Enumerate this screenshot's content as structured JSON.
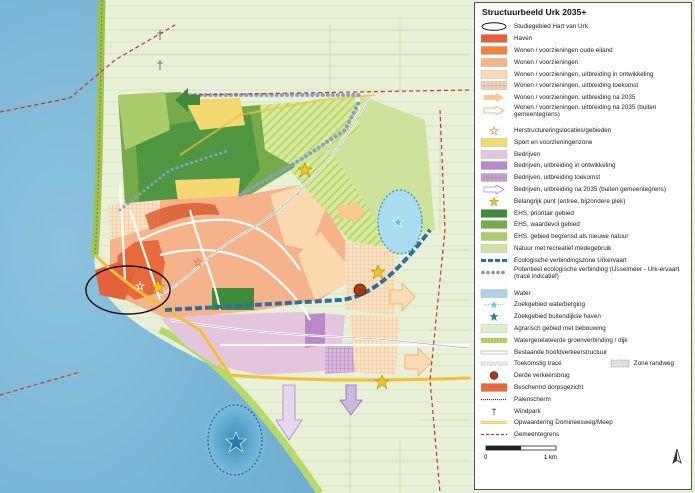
{
  "legend": {
    "title": "Structuurbeeld Urk 2035+",
    "items": [
      {
        "label": "Studiegebied Hart van Urk",
        "sym": "ellipse"
      },
      {
        "label": "Haven",
        "sym": "fill",
        "color": "#e4623a"
      },
      {
        "label": "Wonen / voorzieningen oude eiland",
        "sym": "fill",
        "color": "#f0823e"
      },
      {
        "label": "Wonen / voorzieningen",
        "sym": "fill",
        "color": "#f6b38a"
      },
      {
        "label": "Wonen / voorzieningen, uitbreiding in ontwikkeling",
        "sym": "fill",
        "color": "#fbd9b0"
      },
      {
        "label": "Wonen / voorzieningen, uitbreiding toekomst",
        "sym": "hatch",
        "color": "#f8d5b0"
      },
      {
        "label": "Wonen / voorzieningen, uitbreiding na 2035",
        "sym": "arrowfill",
        "color": "#f7c98c"
      },
      {
        "label": "Wonen / voorzieningen, uitbreiding na 2035 (buiten gemeentegrens)",
        "sym": "arrowline",
        "color": "#f0a860",
        "two": true
      },
      {
        "label": "Herstructureringslocaties/gebieden",
        "sym": "staroutline",
        "color": "#e99a6a"
      },
      {
        "label": "Sport en voorzieningenzone",
        "sym": "fill",
        "color": "#f4d870"
      },
      {
        "label": "Bedrijven",
        "sym": "fill",
        "color": "#e3c6de"
      },
      {
        "label": "Bedrijven, uitbreiding in ontwikkeling",
        "sym": "fill",
        "color": "#b98ac8"
      },
      {
        "label": "Bedrijven, uitbreiding toekomst",
        "sym": "hatch",
        "color": "#c79ccf"
      },
      {
        "label": "Bedrijven, uitbreiding na 2035 (buiten gemeentegrens)",
        "sym": "arrowline",
        "color": "#a888c8"
      },
      {
        "label": "Belangrijk punt (entree, bijzondere plek)",
        "sym": "star",
        "color": "#f4c21c"
      },
      {
        "label": "EHS, prioritair gebied",
        "sym": "fill",
        "color": "#3f8a3c"
      },
      {
        "label": "EHS, waardevol gebied",
        "sym": "fill",
        "color": "#76ab4a"
      },
      {
        "label": "EHS, gebied begrensd als nieuwe natuur",
        "sym": "fill",
        "color": "#a9cd6a"
      },
      {
        "label": "Natuur met recreatief medegebruik",
        "sym": "fill",
        "color": "#cde29a"
      },
      {
        "label": "Ecologische verbindingszone Urkervaart",
        "sym": "dash",
        "color": "#2a6fa8"
      },
      {
        "label": "Potentieel ecologische verbinding (IJsselmeer - Urk-ervaart (tracé indicatief)",
        "sym": "dots",
        "color": "#7a8fc0",
        "two": true
      },
      {
        "label": "Water",
        "sym": "fill",
        "color": "#a9d3e8"
      },
      {
        "label": "Zoekgebied waterberging",
        "sym": "starblue",
        "color": "#63c6e6"
      },
      {
        "label": "Zoekgebied buitendijkse haven",
        "sym": "stardark",
        "color": "#2a7faa"
      },
      {
        "label": "Agrarisch gebied met bebouwing",
        "sym": "fill",
        "color": "#dff0c6"
      },
      {
        "label": "Watergerelateerde groenverbinding / dijk",
        "sym": "stripe",
        "color": "#9ec24a"
      },
      {
        "label": "Bestaande hoofdverkeerstructuur",
        "sym": "road",
        "color": "#ffffff"
      },
      {
        "label": "Toekomstig tracé",
        "sym": "roadgrey",
        "color": "#bbbbbb",
        "extra": "Zone randweg"
      },
      {
        "label": "Derde verkeersbrug",
        "sym": "circle",
        "color": "#a63a10"
      },
      {
        "label": "Beschermd dorpsgezicht",
        "sym": "fill",
        "color": "#e86a3a"
      },
      {
        "label": "Palenscherm",
        "sym": "dotline",
        "color": "#333333"
      },
      {
        "label": "Windpark",
        "sym": "wind",
        "color": "#555555"
      },
      {
        "label": "Opwaardering Domineesweg/Meep",
        "sym": "yellowline",
        "color": "#f2c032"
      },
      {
        "label": "Gemeentegrens",
        "sym": "reddash",
        "color": "#c0392b"
      }
    ],
    "scale_zero": "0",
    "scale_one": "1 km",
    "north": "N"
  },
  "colors": {
    "sea": "#7fb8d6",
    "land_bg": "#e7efd8",
    "dike": "#9ec24a"
  }
}
